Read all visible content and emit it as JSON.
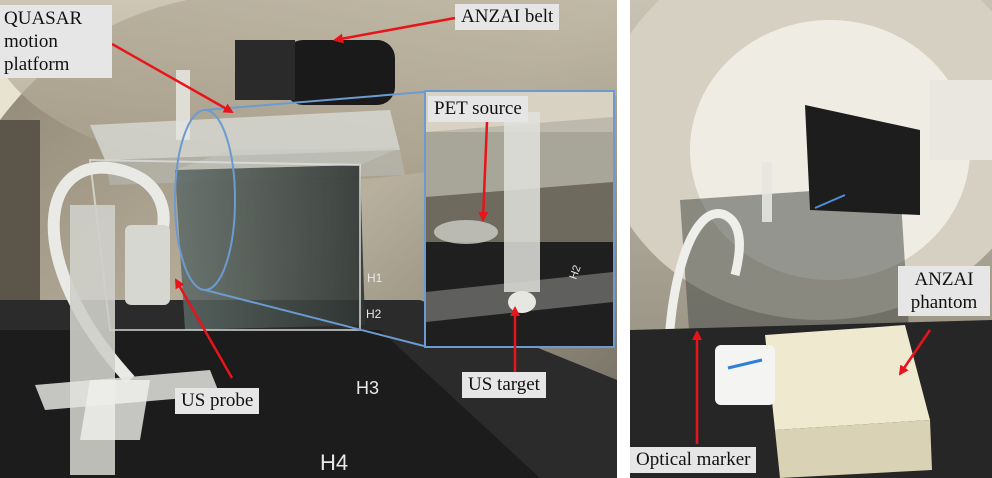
{
  "labels": {
    "quasar_line1": "QUASAR",
    "quasar_line2": "motion",
    "quasar_line3": "platform",
    "anzai_belt": "ANZAI belt",
    "pet_source": "PET source",
    "us_target": "US target",
    "us_probe": "US probe",
    "anzai_phantom_line1": "ANZAI",
    "anzai_phantom_line2": "phantom",
    "optical_marker": "Optical marker"
  },
  "photo_marks": {
    "left_photo": [
      "H1",
      "H2",
      "H3",
      "H4"
    ],
    "inset_photo": [
      "H2"
    ]
  },
  "colors": {
    "arrow": "#e8141b",
    "inset_border": "#6b9bd1",
    "label_bg": "#e6e6e6"
  }
}
